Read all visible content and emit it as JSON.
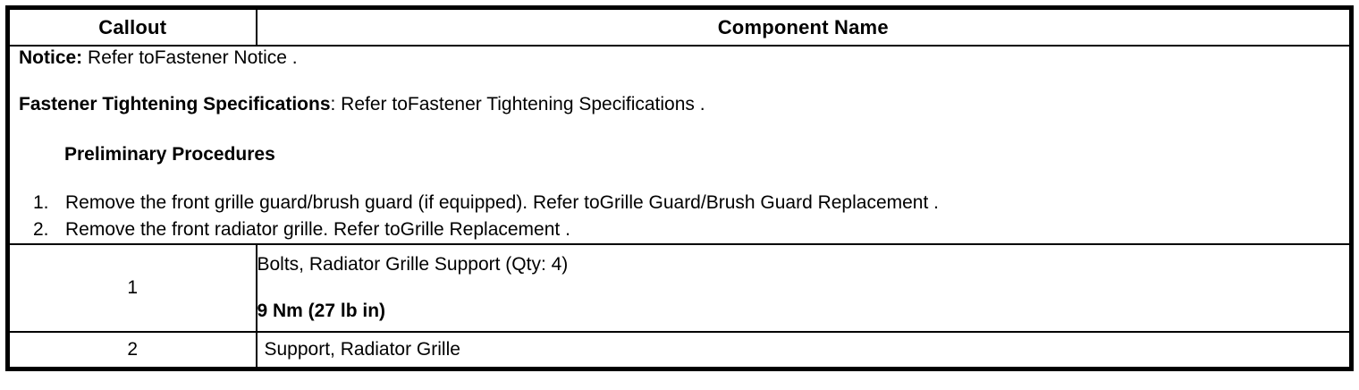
{
  "table": {
    "headers": {
      "callout": "Callout",
      "component_name": "Component Name"
    },
    "notice_block": {
      "notice_label": "Notice:",
      "notice_text": " Refer toFastener Notice .",
      "fastener_label": "Fastener Tightening Specifications",
      "fastener_text": ": Refer toFastener Tightening Specifications .",
      "preliminary_heading": "Preliminary Procedures",
      "steps": [
        {
          "number": "1.",
          "text": "Remove the front grille guard/brush guard (if equipped). Refer toGrille Guard/Brush Guard Replacement ."
        },
        {
          "number": "2.",
          "text": "Remove the front radiator grille. Refer toGrille Replacement ."
        }
      ]
    },
    "rows": [
      {
        "callout": "1",
        "component_name": "Bolts, Radiator Grille Support (Qty: 4)",
        "torque": "9 Nm (27 lb in)"
      },
      {
        "callout": "2",
        "component_name": "Support, Radiator Grille",
        "torque": ""
      }
    ]
  },
  "colors": {
    "border": "#000000",
    "text": "#000000",
    "background": "#ffffff"
  }
}
